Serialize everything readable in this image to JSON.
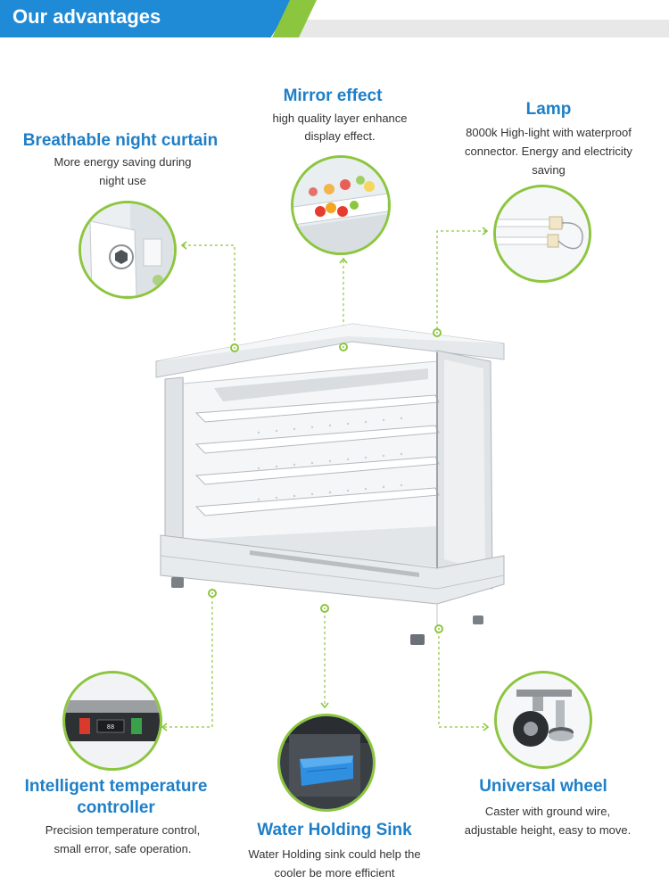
{
  "header": {
    "title": "Our advantages"
  },
  "features": {
    "night_curtain": {
      "title": "Breathable night curtain",
      "desc_line1": "More energy saving during",
      "desc_line2": "night use",
      "icon": "night-curtain-closeup"
    },
    "mirror": {
      "title": "Mirror effect",
      "desc_line1": "high quality layer enhance",
      "desc_line2": "display effect.",
      "icon": "mirror-fruit-closeup"
    },
    "lamp": {
      "title": "Lamp",
      "desc_line1": "8000k High-light with waterproof",
      "desc_line2": "connector. Energy and electricity",
      "desc_line3": "saving",
      "icon": "led-lamp-closeup"
    },
    "controller": {
      "title_line1": "Intelligent temperature",
      "title_line2": "controller",
      "desc_line1": "Precision temperature control,",
      "desc_line2": "small error, safe operation.",
      "icon": "temperature-controller-closeup"
    },
    "sink": {
      "title": "Water Holding Sink",
      "desc_line1": "Water Holding sink could help the",
      "desc_line2": "cooler be more efficient",
      "icon": "water-sink-closeup"
    },
    "wheel": {
      "title": "Universal wheel",
      "desc_line1": "Caster with ground wire,",
      "desc_line2": "adjustable height, easy to move.",
      "icon": "caster-wheel-closeup"
    }
  },
  "colors": {
    "brand_blue": "#1f8ad6",
    "accent_green": "#8cc63f",
    "title_blue": "#1e7fc8"
  }
}
